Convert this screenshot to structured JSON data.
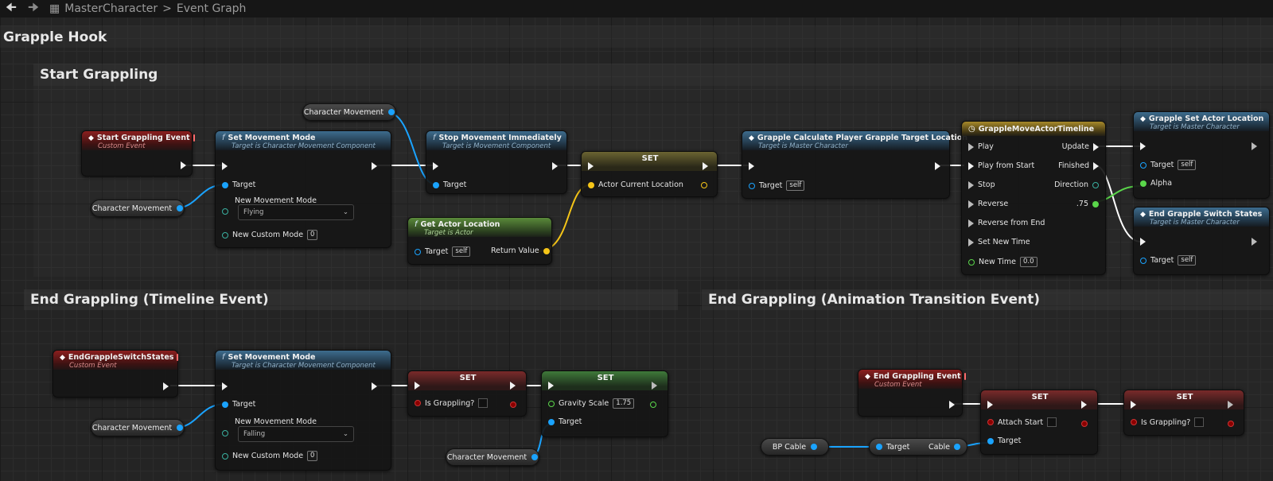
{
  "topbar": {
    "master": "MasterCharacter",
    "graph": "Event Graph",
    "sep": ">"
  },
  "comments": {
    "grapple_hook": "Grapple Hook",
    "start_grappling": "Start Grappling",
    "end_timeline": "End Grappling (Timeline Event)",
    "end_anim": "End Grappling (Animation Transition Event)"
  },
  "nodes": {
    "start_event": {
      "title": "Start Grappling Event",
      "sub": "Custom Event"
    },
    "set_mode_1": {
      "title": "Set Movement Mode",
      "sub": "Target is Character Movement Component",
      "target": "Target",
      "mode_label": "New Movement Mode",
      "mode_value": "Flying",
      "custom_label": "New Custom Mode",
      "custom_value": "0"
    },
    "stop_movement": {
      "title": "Stop Movement Immediately",
      "sub": "Target is Movement Component",
      "target": "Target"
    },
    "set_loc": {
      "title": "SET",
      "pin": "Actor Current Location"
    },
    "get_actor_loc": {
      "title": "Get Actor Location",
      "sub": "Target is Actor",
      "target": "Target",
      "self": "self",
      "ret": "Return Value"
    },
    "grapple_calc": {
      "title": "Grapple Calculate Player Grapple Target Location",
      "sub": "Target is Master Character",
      "target": "Target",
      "self": "self"
    },
    "timeline": {
      "title": "GrappleMoveActorTimeline",
      "play": "Play",
      "play_start": "Play from Start",
      "stop": "Stop",
      "reverse": "Reverse",
      "reverse_end": "Reverse from End",
      "set_time": "Set New Time",
      "new_time": "New Time",
      "new_time_val": "0.0",
      "update": "Update",
      "finished": "Finished",
      "direction": "Direction",
      "alpha_out": ".75"
    },
    "set_actor_loc": {
      "title": "Grapple Set Actor Location",
      "sub": "Target is Master Character",
      "target": "Target",
      "self": "self",
      "alpha": "Alpha"
    },
    "end_switch_1": {
      "title": "End Grapple Switch States",
      "sub": "Target is Master Character",
      "target": "Target",
      "self": "self"
    },
    "end_switch_event": {
      "title": "EndGrappleSwitchStates",
      "sub": "Custom Event"
    },
    "set_mode_2": {
      "title": "Set Movement Mode",
      "sub": "Target is Character Movement Component",
      "target": "Target",
      "mode_label": "New Movement Mode",
      "mode_value": "Falling",
      "custom_label": "New Custom Mode",
      "custom_value": "0"
    },
    "set_grappling_1": {
      "title": "SET",
      "pin": "Is Grappling?"
    },
    "set_gravity": {
      "title": "SET",
      "pin": "Gravity Scale",
      "value": "1.75",
      "target": "Target"
    },
    "end_event": {
      "title": "End Grappling Event",
      "sub": "Custom Event"
    },
    "set_attach": {
      "title": "SET",
      "pin": "Attach Start",
      "target": "Target"
    },
    "set_grappling_2": {
      "title": "SET",
      "pin": "Is Grappling?"
    },
    "cable_get": {
      "target": "Target",
      "cable": "Cable"
    }
  },
  "vars": {
    "char_move_top": "Character Movement",
    "char_move_left1": "Character Movement",
    "char_move_left2": "Character Movement",
    "char_move_bottom": "Character Movement",
    "bp_cable": "BP Cable"
  },
  "colors": {
    "exec": "#ffffff",
    "object": "#1aa3ff",
    "vector": "#f5c518",
    "float": "#5ad64a",
    "bool": "#8b0000",
    "event_red": "#8c1f1f"
  }
}
